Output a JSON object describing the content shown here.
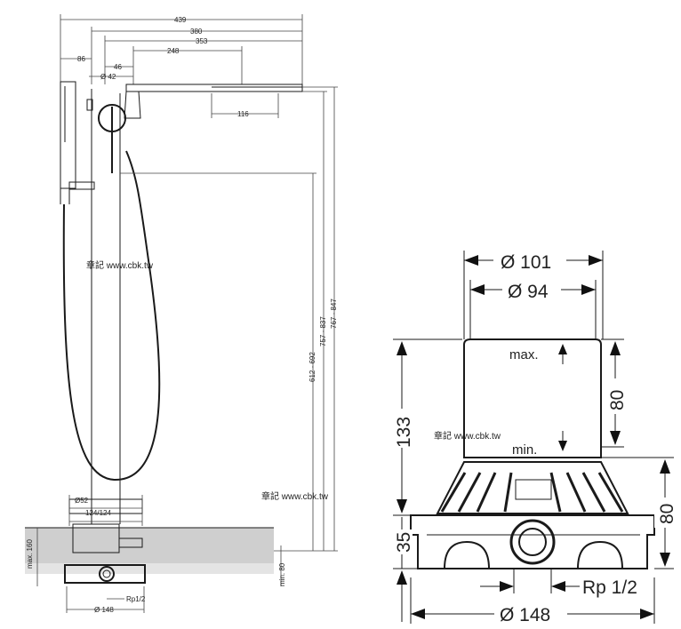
{
  "watermark": "章記 www.cbk.tw",
  "left_view": {
    "dims_top": [
      "439",
      "380",
      "353",
      "248",
      "86",
      "46",
      "Ø 42",
      "116"
    ],
    "dims_right": [
      "612 - 692",
      "757 - 837",
      "767 - 847"
    ],
    "dims_bottom": [
      "Ø52",
      "124/124",
      "max. 160",
      "min. 80",
      "Rp1/2",
      "Ø 148"
    ]
  },
  "right_view": {
    "d101": "Ø 101",
    "d94": "Ø 94",
    "max": "max.",
    "min": "min.",
    "h133": "133",
    "h80_upper": "80",
    "h80_lower": "80",
    "h35": "35",
    "rp": "Rp 1/2",
    "d148": "Ø 148"
  }
}
